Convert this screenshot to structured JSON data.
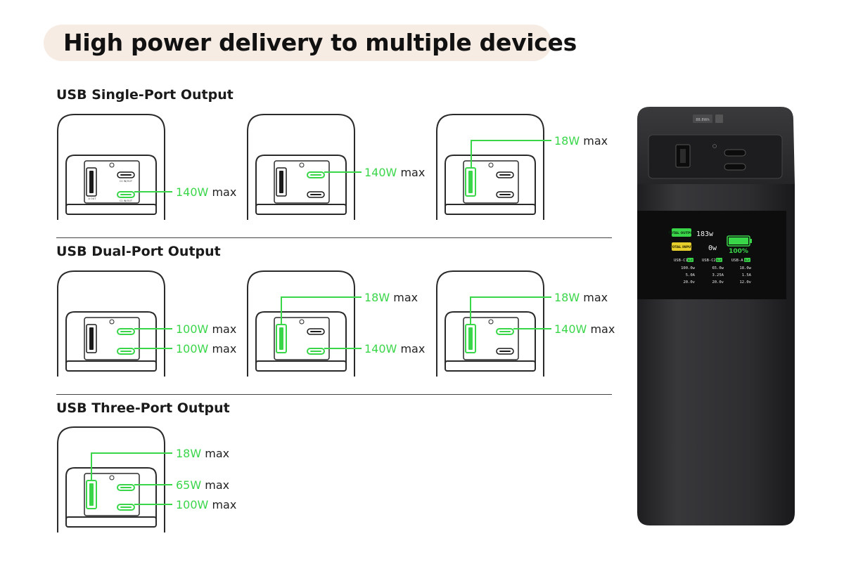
{
  "title": "High power delivery to multiple devices",
  "sections": {
    "single": "USB Single-Port Output",
    "dual": "USB Dual-Port Output",
    "three": "USB Three-Port Output"
  },
  "port_labels": {
    "a_out": "A OUT",
    "c2": "C2 IN/OUT",
    "c1": "C1 IN/OUT"
  },
  "callouts": {
    "single_1": {
      "value": "140W",
      "unit": " max"
    },
    "single_2": {
      "value": "140W",
      "unit": " max"
    },
    "single_3": {
      "value": "18W",
      "unit": " max"
    },
    "dual_1_top": {
      "value": "100W",
      "unit": " max"
    },
    "dual_1_bottom": {
      "value": "100W",
      "unit": " max"
    },
    "dual_2_top": {
      "value": "18W",
      "unit": " max"
    },
    "dual_2_bottom": {
      "value": "140W",
      "unit": " max"
    },
    "dual_3_top": {
      "value": "18W",
      "unit": " max"
    },
    "dual_3_bottom": {
      "value": "140W",
      "unit": " max"
    },
    "three_a": {
      "value": "18W",
      "unit": " max"
    },
    "three_c2": {
      "value": "65W",
      "unit": " max"
    },
    "three_c1": {
      "value": "100W",
      "unit": " max"
    }
  },
  "device": {
    "capacity_label": "88.8Wh",
    "total_output_label": "TOTAL OUTPUT",
    "total_output_value": "183w",
    "total_input_label": "TOTAL INPUT",
    "total_input_value": "0w",
    "battery_percent": "100%",
    "columns": [
      {
        "name": "USB-C1",
        "tag": "Out",
        "watts": "100.0w",
        "amps": "5.0A",
        "volts": "20.0v"
      },
      {
        "name": "USB-C2",
        "tag": "Out",
        "watts": "65.0w",
        "amps": "3.25A",
        "volts": "20.0v"
      },
      {
        "name": "USB-A",
        "tag": "Out",
        "watts": "18.0w",
        "amps": "1.5A",
        "volts": "12.0v"
      }
    ]
  },
  "colors": {
    "accent_green": "#3ad64a",
    "pill_bg": "#f7ece4",
    "device_body": "#2d2d2f"
  }
}
